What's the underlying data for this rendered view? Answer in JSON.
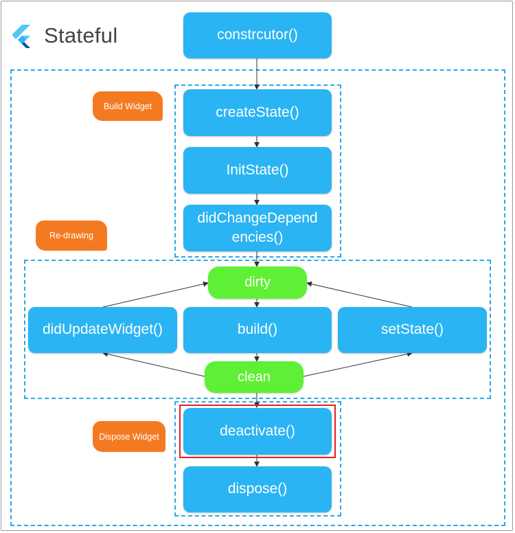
{
  "header": {
    "title": "Stateful",
    "logo_icon": "flutter-logo-icon"
  },
  "colors": {
    "node_blue": "#2ab4f3",
    "state_green": "#5ef035",
    "tag_orange": "#f47a22",
    "dashed": "#2aa7e6",
    "highlight": "#e02020"
  },
  "nodes": {
    "constructor": "constrcutor()",
    "create_state": "createState()",
    "init_state": "InitState()",
    "did_change_dependencies": "didChangeDepend\nencies()",
    "dirty": "dirty",
    "did_update_widget": "didUpdateWidget()",
    "build": "build()",
    "set_state": "setState()",
    "clean": "clean",
    "deactivate": "deactivate()",
    "dispose": "dispose()"
  },
  "tags": {
    "build_widget": "Build Widget",
    "re_drawing": "Re-drawing",
    "dispose_widget": "Dispose Widget"
  }
}
